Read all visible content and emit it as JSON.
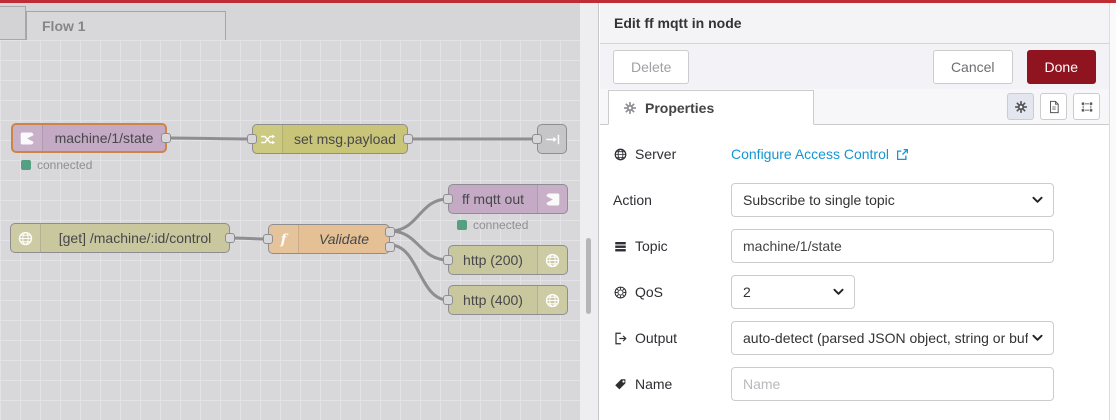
{
  "canvas": {
    "active_tab": "Flow 1"
  },
  "flow": {
    "nodes": [
      {
        "label": "machine/1/state",
        "status": "connected"
      },
      {
        "label": "set msg.payload"
      },
      {
        "label": ""
      },
      {
        "label": "[get] /machine/:id/control"
      },
      {
        "label": "Validate"
      },
      {
        "label": "ff mqtt out",
        "status": "connected"
      },
      {
        "label": "http (200)"
      },
      {
        "label": "http (400)"
      }
    ]
  },
  "tray": {
    "title": "Edit ff mqtt in node",
    "delete_label": "Delete",
    "cancel_label": "Cancel",
    "done_label": "Done",
    "tab_label": "Properties",
    "form": {
      "server": {
        "label": "Server",
        "link": "Configure Access Control"
      },
      "action": {
        "label": "Action",
        "value": "Subscribe to single topic"
      },
      "topic": {
        "label": "Topic",
        "value": "machine/1/state"
      },
      "qos": {
        "label": "QoS",
        "value": "2"
      },
      "output": {
        "label": "Output",
        "value": "auto-detect (parsed JSON object, string or buffer)"
      },
      "name": {
        "label": "Name",
        "placeholder": "Name"
      }
    }
  },
  "colors": {
    "deploy_bar": "#bf2c33",
    "done_button": "#8f1420",
    "link": "#1496d1",
    "status_ok": "#55a083",
    "selected_border": "#cd8546",
    "node_mqtt": "#c4aac4",
    "node_change": "#c9c578",
    "node_http": "#c9c79e",
    "node_function": "#e5c094",
    "node_link": "#c6c6c9"
  }
}
